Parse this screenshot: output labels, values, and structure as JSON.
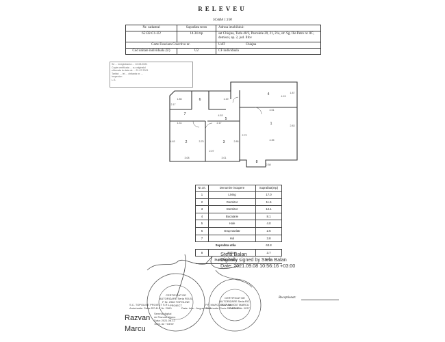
{
  "title": "RELEVEU",
  "scale": "SCARA 1:100",
  "header": {
    "col1_head": "Nr. cadastral",
    "col2_head": "Suprafata teren",
    "col3_head": "Adresa imobilului:",
    "cadastral_nr": "65132-C1-U2",
    "suprafata": "14.34 mp",
    "address": "sat Chiajna, Tarla 40/2, Parcelele 20, 21, 21a, str. Sg. Ilie Petre nr. 8C, demisol, ap. 2, jud. Ilfov",
    "carte_label": "Carte Funciara Colectivo nr.",
    "uat_label": "UAT",
    "uat_value": "Chiajna",
    "cod_label": "Cod unitate individuala (U)",
    "cod_value": "U2",
    "cf_label": "CF individuala"
  },
  "stamp_box_lines": [
    "Se ... inregistrarea ... 10.08.2021",
    "Copie certificata ... cu originalul",
    "eliberata la data de ... 21.07.2021",
    "Tarifat: ... lei ... chitanta nr. ...",
    "Inspector:",
    "L.S."
  ],
  "plan_labels": {
    "rooms": [
      "1",
      "2",
      "3",
      "4",
      "5",
      "6",
      "7",
      "8"
    ],
    "dims": [
      "1.85",
      "2.17",
      "1.31",
      "4.53",
      "1.19",
      "4.51",
      "4.15",
      "1.87",
      "2.83",
      "3.08",
      "4.35",
      "2.17",
      "2.72",
      "3.01",
      "2.07",
      "2.58",
      "4.63",
      "3.75",
      "2.85"
    ]
  },
  "rooms_table": {
    "headers": [
      "Nr.crt.",
      "Denumire incapere",
      "Suprafata(mp)"
    ],
    "rows": [
      {
        "nr": "1",
        "name": "Living",
        "area": "17.0"
      },
      {
        "nr": "2",
        "name": "Dormitor",
        "area": "11.6"
      },
      {
        "nr": "3",
        "name": "Dormitor",
        "area": "12.1"
      },
      {
        "nr": "4",
        "name": "Bucatarie",
        "area": "8.1"
      },
      {
        "nr": "5",
        "name": "Hole",
        "area": "4.0"
      },
      {
        "nr": "6",
        "name": "Grup sanitar",
        "area": "2.6"
      },
      {
        "nr": "7",
        "name": "Hol",
        "area": "3.8"
      }
    ],
    "util_label": "Suprafata utila",
    "util_value": "63.8",
    "row8": {
      "nr": "8",
      "name": "Balcon",
      "area": "3.7"
    },
    "total_label": "Suprafata totala",
    "total_value": "67.5"
  },
  "digital_signature": {
    "name": "Stela Balan",
    "line1": "Digitally signed by Stela Balan",
    "line2": "Date: 2021.09.08 10:56:16 +03:00"
  },
  "seal1_text": "CERTIFICAT DE AUTORIZARE Seria RO-B-F Nr. 2960 TOPOLINE PROIECT",
  "seal2_text": "CERTIFICAT DE AUTORIZARE Seria RO-DD-F Nr. 0037 MARCU RAZVAN",
  "company1": {
    "name": "S.C. TOPOLINE PROIECT S.R.L.",
    "serie": "Autorizatie: Seria RO-B-F Nr. 2960"
  },
  "company2": {
    "name": "P.F. MARCU RAZVAN",
    "serie": "Autorizatie: Seria RO-DD-F Nr. 0037"
  },
  "receptionat": "Receptionat:",
  "signer": {
    "first": "Razvan",
    "last": "Marcu",
    "line1": "Semnat digital",
    "line2": "de Razvan Marcu",
    "line3": "Data: 2021.08.12",
    "line4": "11:01:42 +03'00'"
  },
  "small_dates": [
    "Data: Iulie - August 2021"
  ]
}
